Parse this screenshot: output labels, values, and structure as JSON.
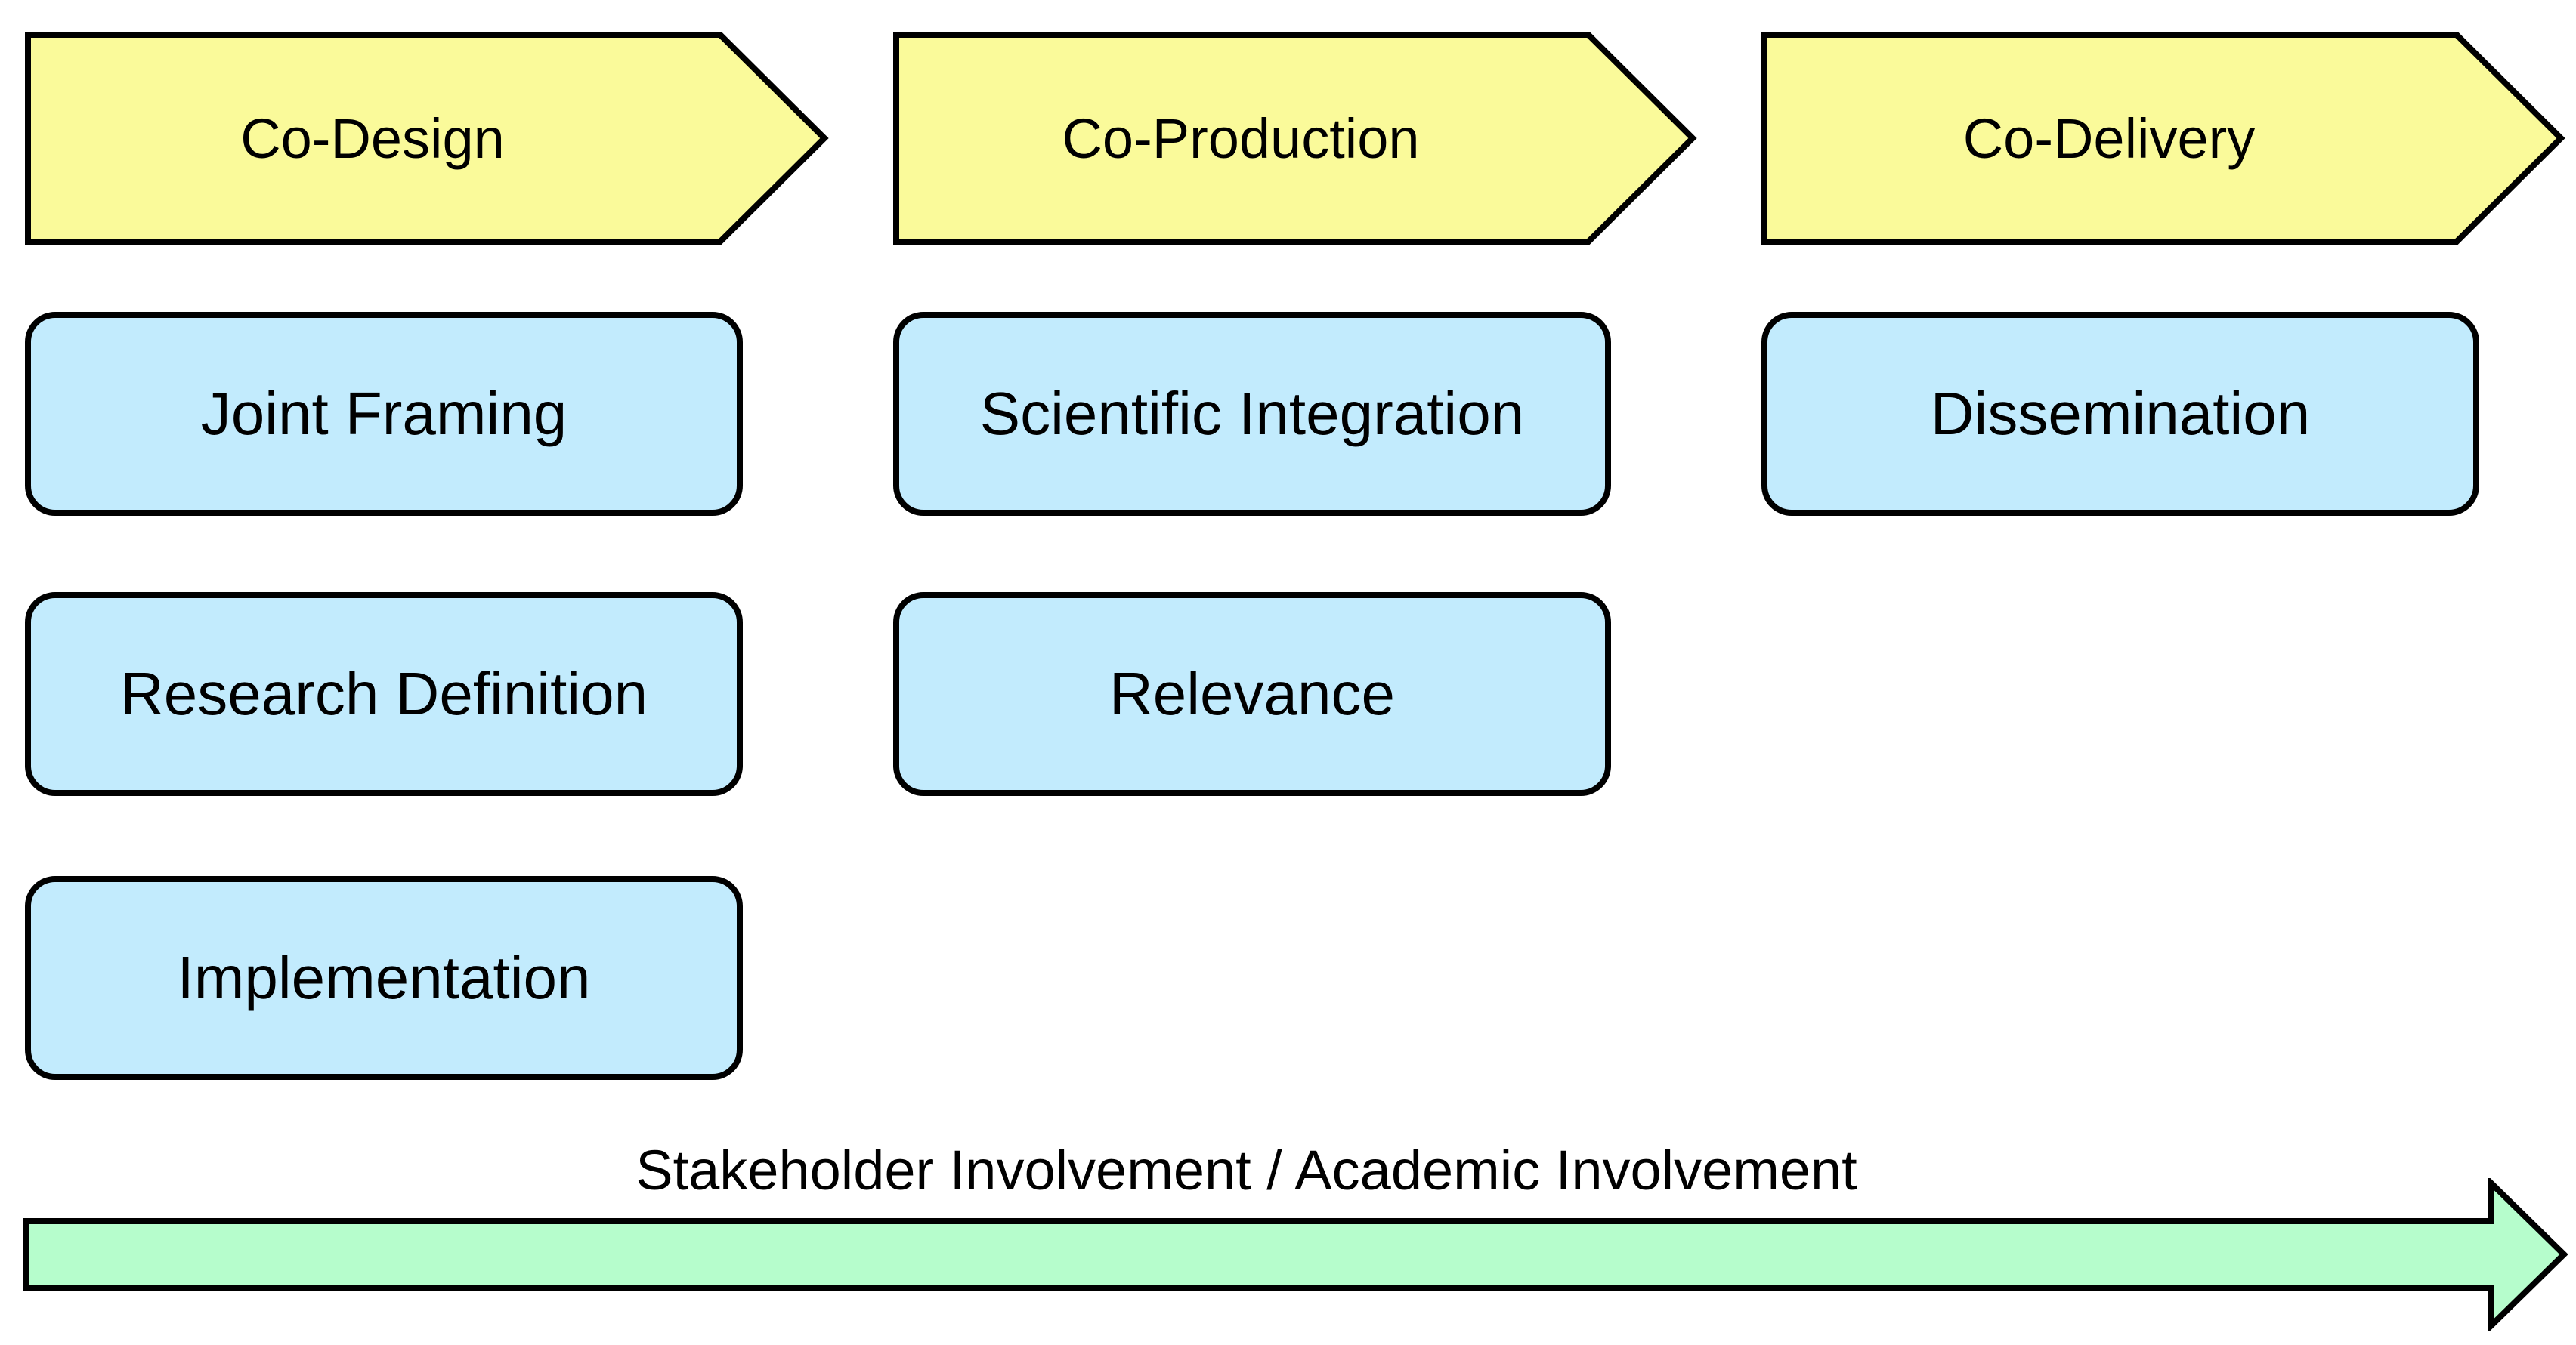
{
  "colors": {
    "phase_fill": "#fafa9a",
    "activity_fill": "#c2ebfd",
    "arrow_fill": "#b6fdcc",
    "stroke": "#000000"
  },
  "phases": [
    {
      "label": "Co-Design",
      "activities": [
        "Joint Framing",
        "Research Definition",
        "Implementation"
      ]
    },
    {
      "label": "Co-Production",
      "activities": [
        "Scientific Integration",
        "Relevance"
      ]
    },
    {
      "label": "Co-Delivery",
      "activities": [
        "Dissemination"
      ]
    }
  ],
  "involvement_arrow": {
    "label": "Stakeholder Involvement / Academic Involvement"
  }
}
